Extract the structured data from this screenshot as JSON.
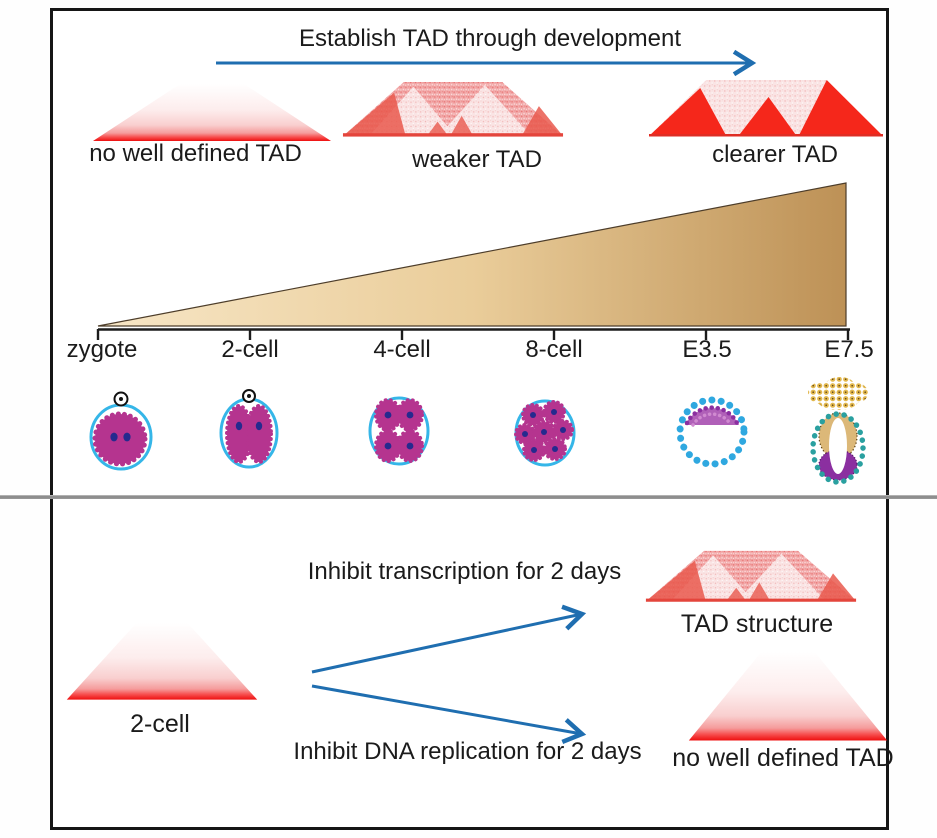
{
  "top": {
    "title": "Establish TAD through development",
    "heatmaps": [
      "no well defined TAD",
      "weaker TAD",
      "clearer TAD"
    ],
    "stages": [
      "zygote",
      "2-cell",
      "4-cell",
      "8-cell",
      "E3.5",
      "E7.5"
    ]
  },
  "bottom": {
    "source": "2-cell",
    "branch_transcription": "Inhibit transcription for 2 days",
    "branch_replication": "Inhibit DNA replication for 2 days",
    "result_transcription": "TAD structure",
    "result_replication": "no well defined TAD"
  },
  "colors": {
    "arrow_blue": "#1f6eb0",
    "heatmap_red": "#f01410",
    "heatmap_faint_pink": "#fbe7e7",
    "wedge_light_tan": "#f6e3c0",
    "wedge_dark_tan": "#bd9156",
    "embryo_membrane_cyan": "#35b6e8",
    "embryo_cell_magenta": "#b5348f",
    "embryo_nucleus_blue": "#252a8e",
    "e75_gold": "#e2b84e",
    "e75_teal": "#2aa0a0",
    "e75_purple": "#8b2fa0",
    "border_black": "#161616",
    "divider_gray": "#8f8f8f"
  }
}
